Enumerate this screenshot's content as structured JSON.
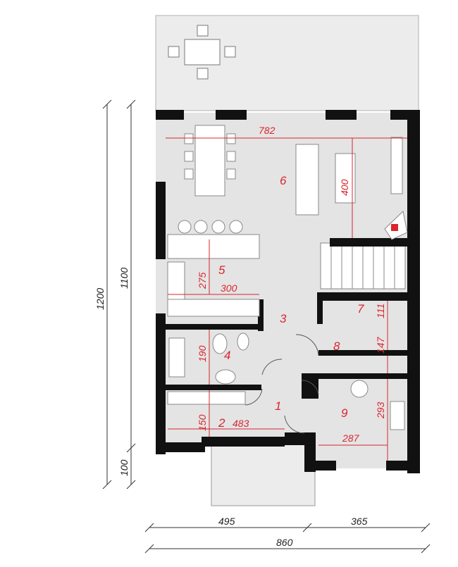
{
  "rooms": [
    {
      "number": "1"
    },
    {
      "number": "2"
    },
    {
      "number": "3"
    },
    {
      "number": "4"
    },
    {
      "number": "5"
    },
    {
      "number": "6"
    },
    {
      "number": "7"
    },
    {
      "number": "8"
    },
    {
      "number": "9"
    }
  ],
  "interior_dimensions": {
    "living_width": "782",
    "living_depth": "400",
    "kitchen_depth": "275",
    "kitchen_width": "300",
    "bath_depth": "190",
    "hall_depth": "150",
    "hall_width": "483",
    "room7_depth": "111",
    "room8_depth": "147",
    "room9_depth": "293",
    "room9_width": "287"
  },
  "exterior_dimensions": {
    "overall_height": "1200",
    "wall_height": "1100",
    "porch_depth": "100",
    "left_width": "495",
    "right_width": "365",
    "total_width": "860"
  },
  "colors": {
    "wall": "#111111",
    "floor": "#e4e4e4",
    "terrace": "#ececec",
    "furniture": "#cfcfcf",
    "label_red": "#d9262f",
    "dim_line": "#333333"
  }
}
